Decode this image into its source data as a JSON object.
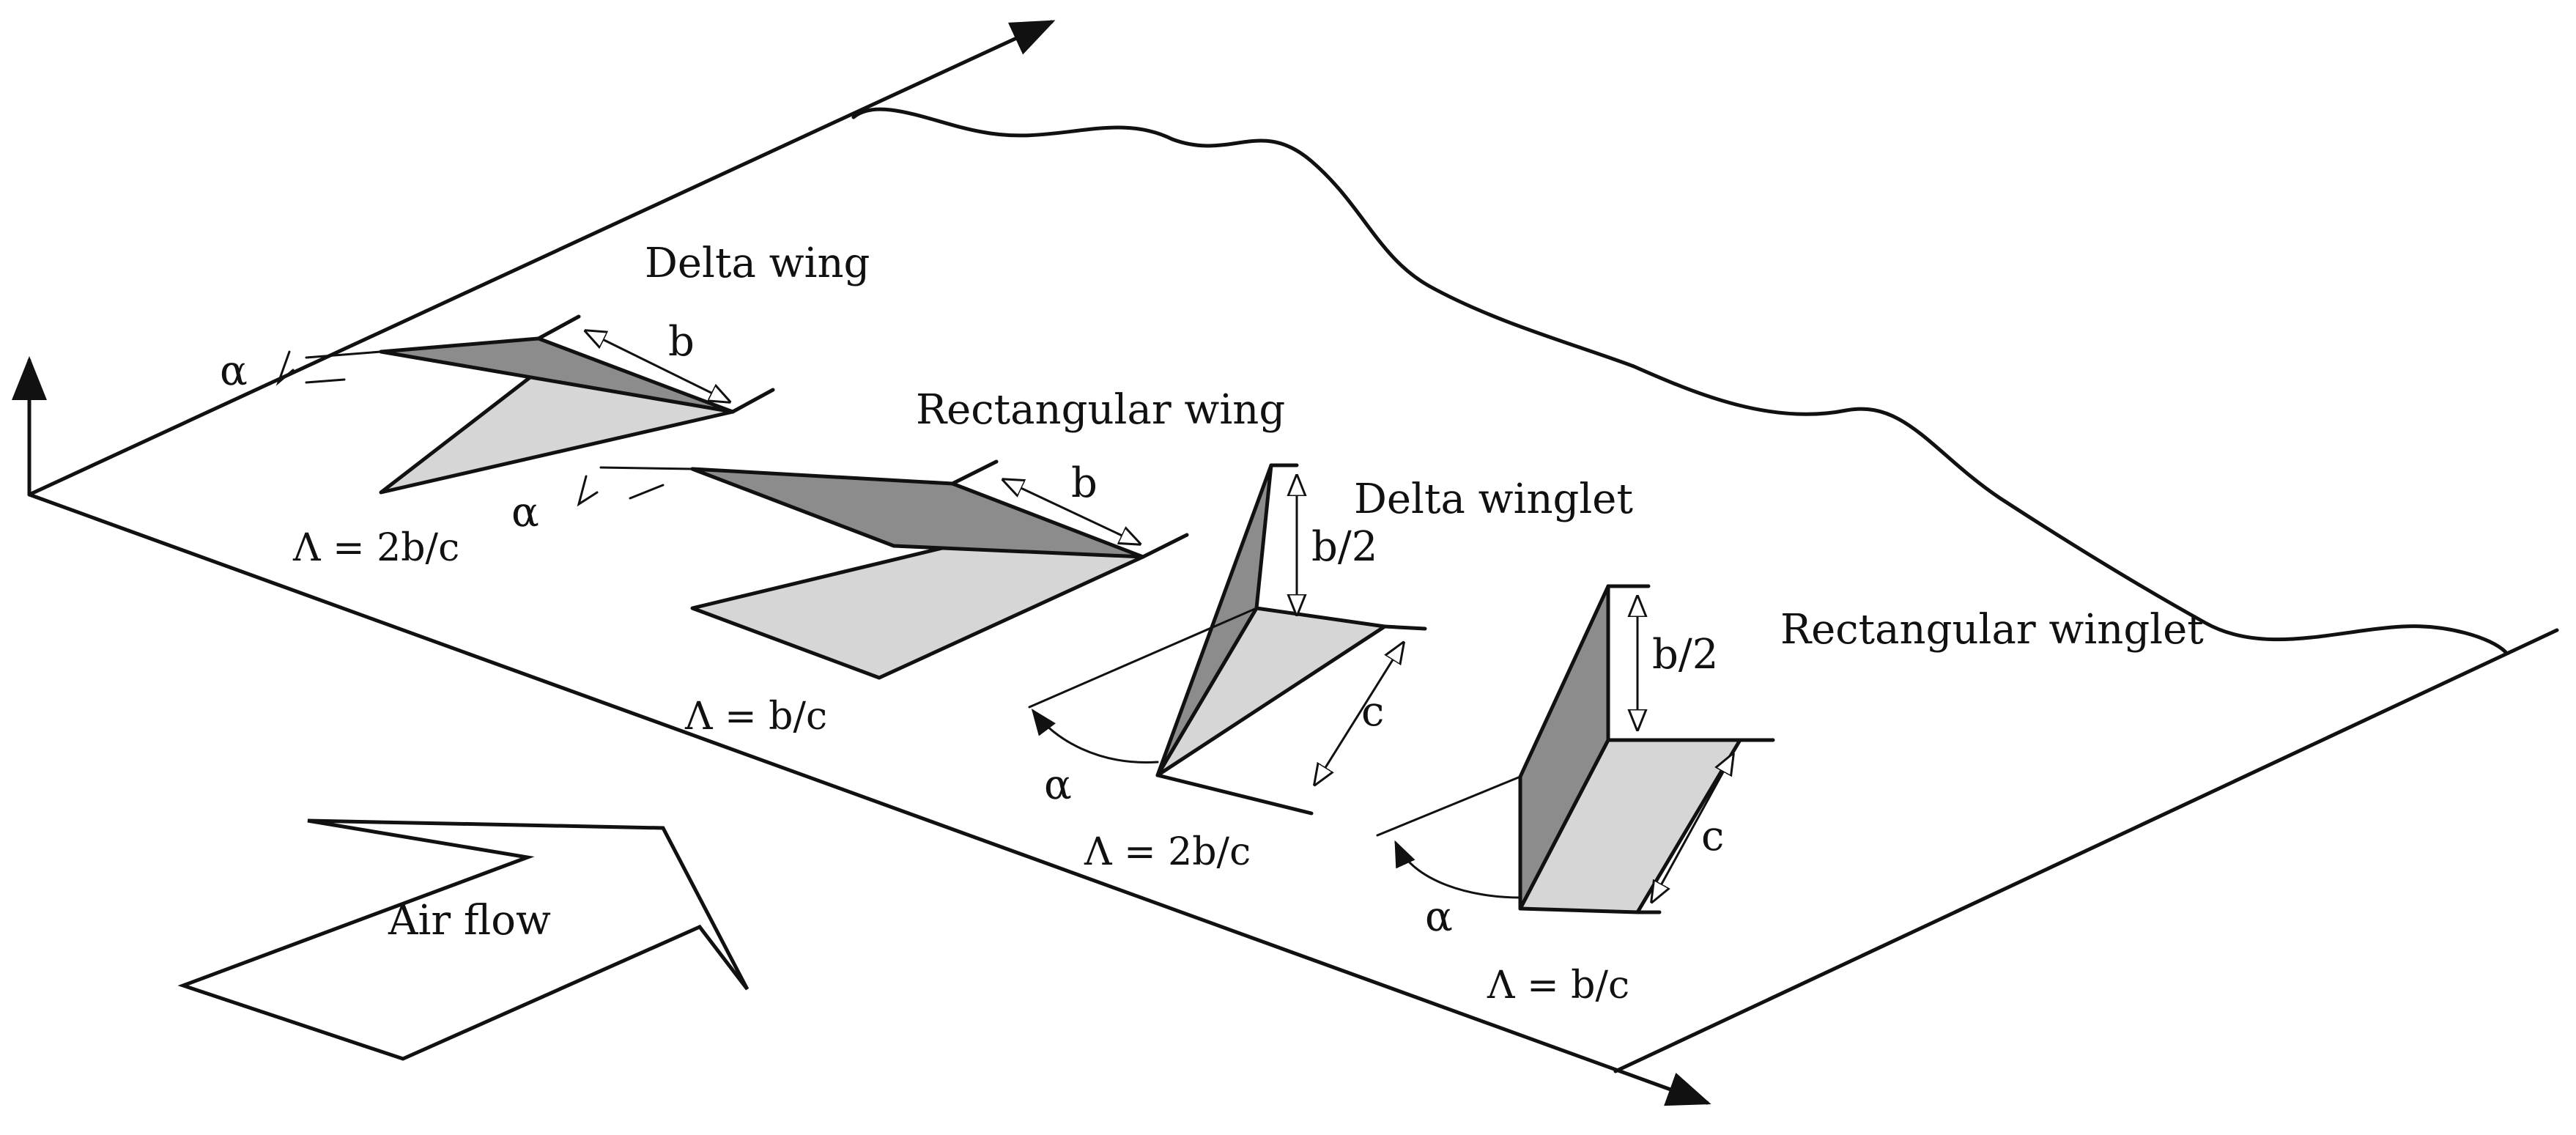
{
  "labels": {
    "delta_wing": "Delta wing",
    "rectangular_wing": "Rectangular wing",
    "delta_winglet": "Delta winglet",
    "rectangular_winglet": "Rectangular winglet",
    "air_flow": "Air flow"
  },
  "symbols": {
    "alpha": "α",
    "b": "b",
    "b_half": "b/2",
    "c": "c"
  },
  "equations": {
    "delta_wing": "Λ = 2b/c",
    "rectangular_wing": "Λ = b/c",
    "delta_winglet": "Λ = 2b/c",
    "rectangular_winglet": "Λ = b/c"
  },
  "colors": {
    "dark_face": "#8c8c8c",
    "light_face": "#d6d6d6",
    "line": "#111111"
  }
}
